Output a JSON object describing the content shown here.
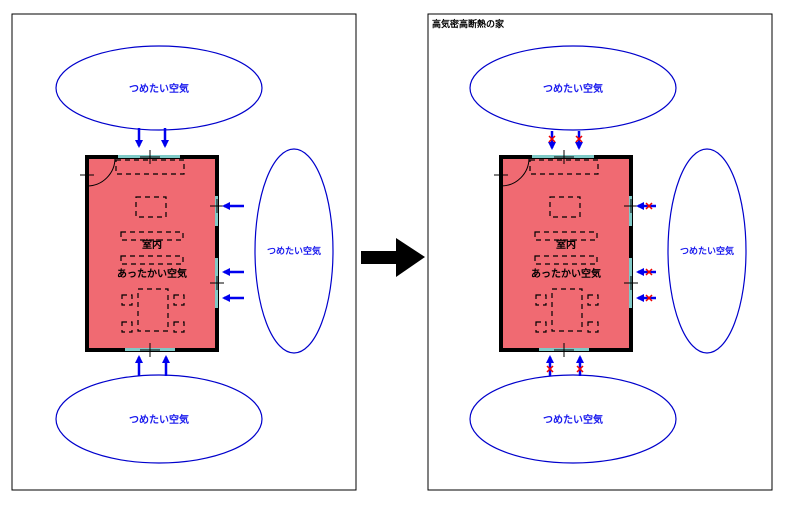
{
  "left_panel": {
    "cold_top": "つめたい空気",
    "cold_right": "つめたい空気",
    "cold_bottom": "つめたい空気",
    "room_name": "室内",
    "room_air": "あったかい空気"
  },
  "right_panel": {
    "title": "高気密高断熱の家",
    "cold_top": "つめたい空気",
    "cold_right": "つめたい空気",
    "cold_bottom": "つめたい空気",
    "room_name": "室内",
    "room_air": "あったかい空気"
  },
  "colors": {
    "room_fill": "#f06a72",
    "wall": "#000000",
    "ellipse": "#0000cc",
    "label": "#1a1aee",
    "arrow": "#0000ee",
    "blocked": "#ee0000",
    "window": "#7fc9c6"
  },
  "icons": [
    "arrow-right-icon",
    "arrow-left-icon",
    "arrow-down-icon",
    "arrow-up-icon",
    "blocked-x-icon",
    "door-icon"
  ]
}
